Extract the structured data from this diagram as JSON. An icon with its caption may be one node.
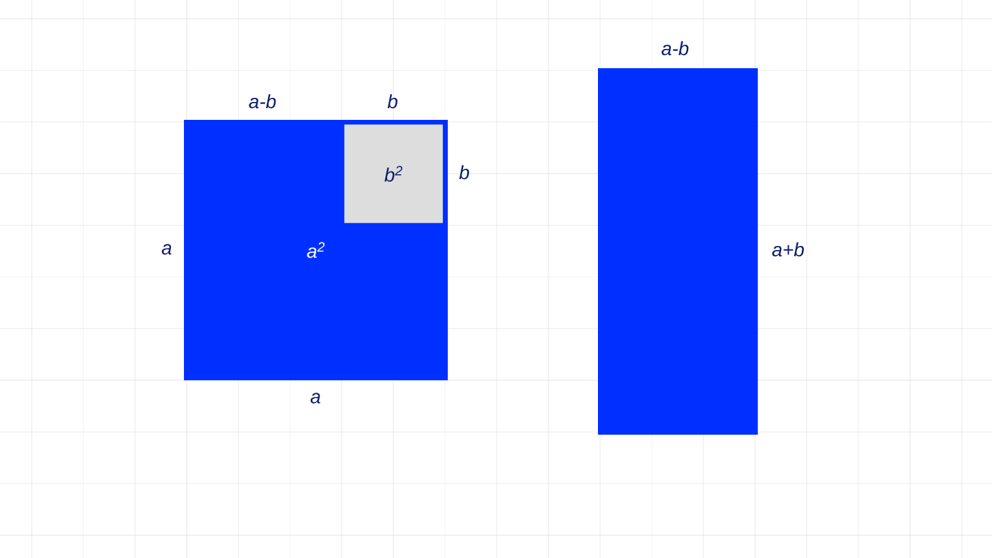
{
  "diagram": {
    "nodes": [
      {
        "text": [
          "a$^{2}$"
        ]
      },
      {
        "text": [
          "b$^{2}$"
        ],
        "in": 0
      },
      {
        "text": [],
        "shape": "box"
      }
    ],
    "labels": [
      "a-b",
      "a-b",
      "b",
      "b",
      "a",
      "a+b",
      "a"
    ]
  }
}
